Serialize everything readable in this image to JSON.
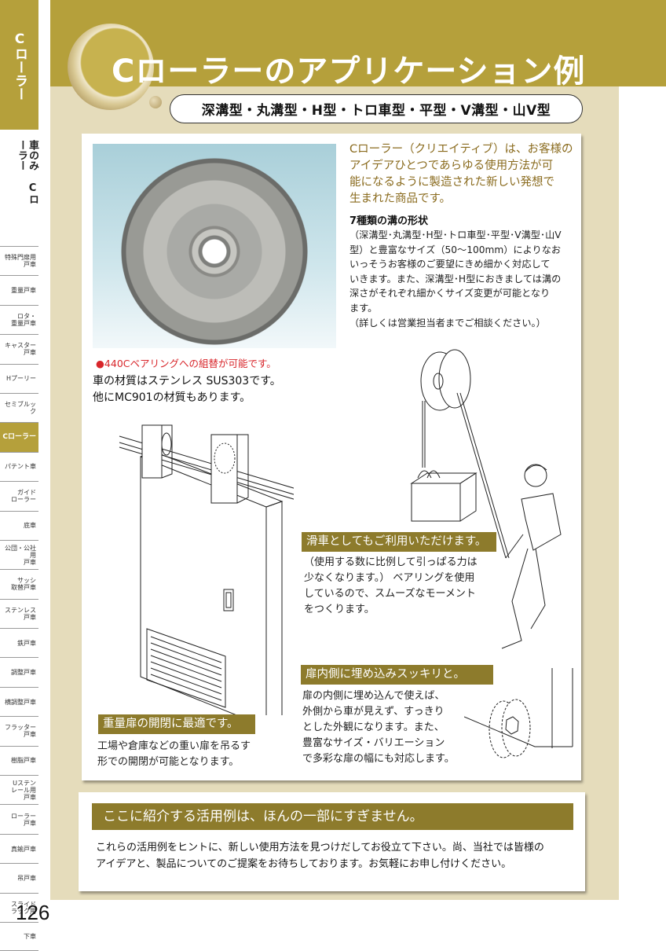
{
  "sidebar": {
    "tab_label": "Cローラー",
    "category": "車のみ Cローラー",
    "items": [
      {
        "label": "特殊門扉用\n戸車",
        "active": false
      },
      {
        "label": "重量戸車",
        "active": false
      },
      {
        "label": "ロタ・\n重量戸車",
        "active": false
      },
      {
        "label": "キャスター\n戸車",
        "active": false
      },
      {
        "label": "Hプーリー",
        "active": false
      },
      {
        "label": "セミブルック",
        "active": false
      },
      {
        "label": "Cローラー",
        "active": true
      },
      {
        "label": "パテント車",
        "active": false
      },
      {
        "label": "ガイド\nローラー",
        "active": false
      },
      {
        "label": "底車",
        "active": false
      },
      {
        "label": "公団・公社用\n戸車",
        "active": false
      },
      {
        "label": "サッシ\n取替戸車",
        "active": false
      },
      {
        "label": "ステンレス\n戸車",
        "active": false
      },
      {
        "label": "鉄戸車",
        "active": false
      },
      {
        "label": "調整戸車",
        "active": false
      },
      {
        "label": "横調整戸車",
        "active": false
      },
      {
        "label": "フラッター\n戸車",
        "active": false
      },
      {
        "label": "樹脂戸車",
        "active": false
      },
      {
        "label": "Uステン\nレール用\n戸車",
        "active": false
      },
      {
        "label": "ローラー\n戸車",
        "active": false
      },
      {
        "label": "真鍮戸車",
        "active": false
      },
      {
        "label": "吊戸車",
        "active": false
      },
      {
        "label": "スライド\nラック用",
        "active": false
      },
      {
        "label": "下車",
        "active": false
      }
    ]
  },
  "page_number": "126",
  "header": {
    "title": "Cローラーのアプリケーション例",
    "types": "深溝型・丸溝型・H型・トロ車型・平型・V溝型・山V型"
  },
  "photo": {
    "note": "●440Cベアリングへの組替が可能です。",
    "material": "車の材質はステンレス SUS303です。\n他にMC901の材質もあります。"
  },
  "intro": {
    "lead": "Cローラー（クリエイティブ）は、お客様の\nアイデアひとつであらゆる使用方法が可\n能になるように製造された新しい発想で\n生まれた商品です。",
    "groove_heading": "7種類の溝の形状",
    "groove_body": "（深溝型･丸溝型･H型･トロ車型･平型･V溝型･山V\n型）と豊富なサイズ（50～100mm）によりなお\nいっそうお客様のご要望にきめ細かく対応して\nいきます。また、深溝型･H型におきましては溝の\n深さがそれぞれ細かくサイズ変更が可能となり\nます。\n（詳しくは営業担当者までご相談ください。）"
  },
  "applications": {
    "pulley": {
      "label": "滑車としてもご利用いただけます。",
      "text": "（使用する数に比例して引っぱる力は\n少なくなります。） ベアリングを使用\nしているので、スムーズなモーメント\nをつくります。"
    },
    "inset": {
      "label": "扉内側に埋め込みスッキリと。",
      "text": "扉の内側に埋め込んで使えば、\n外側から車が見えず、すっきり\nとした外観になります。また、\n豊富なサイズ・バリエーション\nで多彩な扉の幅にも対応します。"
    },
    "heavy_door": {
      "label": "重量扉の開閉に最適です。",
      "text": "工場や倉庫などの重い扉を吊るす\n形での開閉が可能となります。"
    }
  },
  "footer_box": {
    "heading": "ここに紹介する活用例は、ほんの一部にすぎません。",
    "body": "これらの活用例をヒントに、新しい使用方法を見つけだしてお役立て下さい。尚、当社では皆様の\nアイデアと、製品についてのご提案をお待ちしております。お気軽にお申し付けください。"
  },
  "colors": {
    "accent_gold": "#b5a03b",
    "label_olive": "#8d7b2c",
    "panel_beige": "#e5dcbb",
    "lead_text_brown": "#8a6b1e",
    "note_red": "#d8262b"
  }
}
